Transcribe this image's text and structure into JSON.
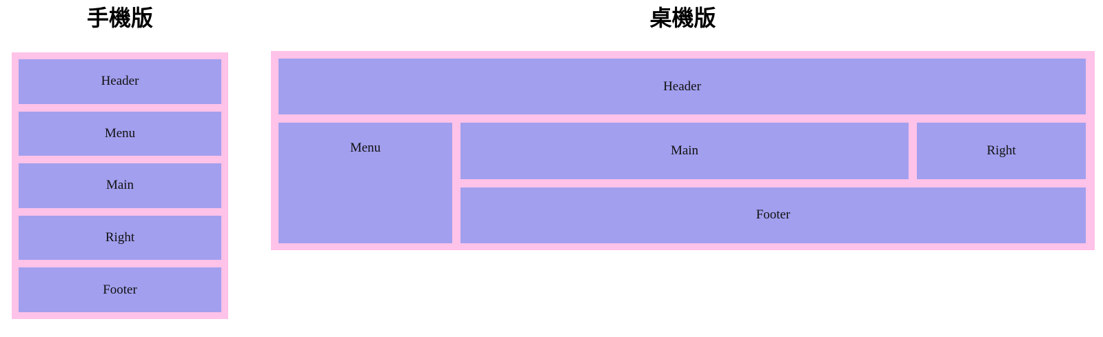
{
  "colors": {
    "container_bg": "#ffc2e8",
    "box_bg": "#a29fee",
    "label_text": "#111111",
    "title_text": "#000000",
    "page_bg": "#ffffff"
  },
  "mobile": {
    "title": "手機版",
    "boxes": [
      "Header",
      "Menu",
      "Main",
      "Right",
      "Footer"
    ]
  },
  "desktop": {
    "title": "桌機版",
    "header": "Header",
    "menu": "Menu",
    "main": "Main",
    "right": "Right",
    "footer": "Footer"
  }
}
